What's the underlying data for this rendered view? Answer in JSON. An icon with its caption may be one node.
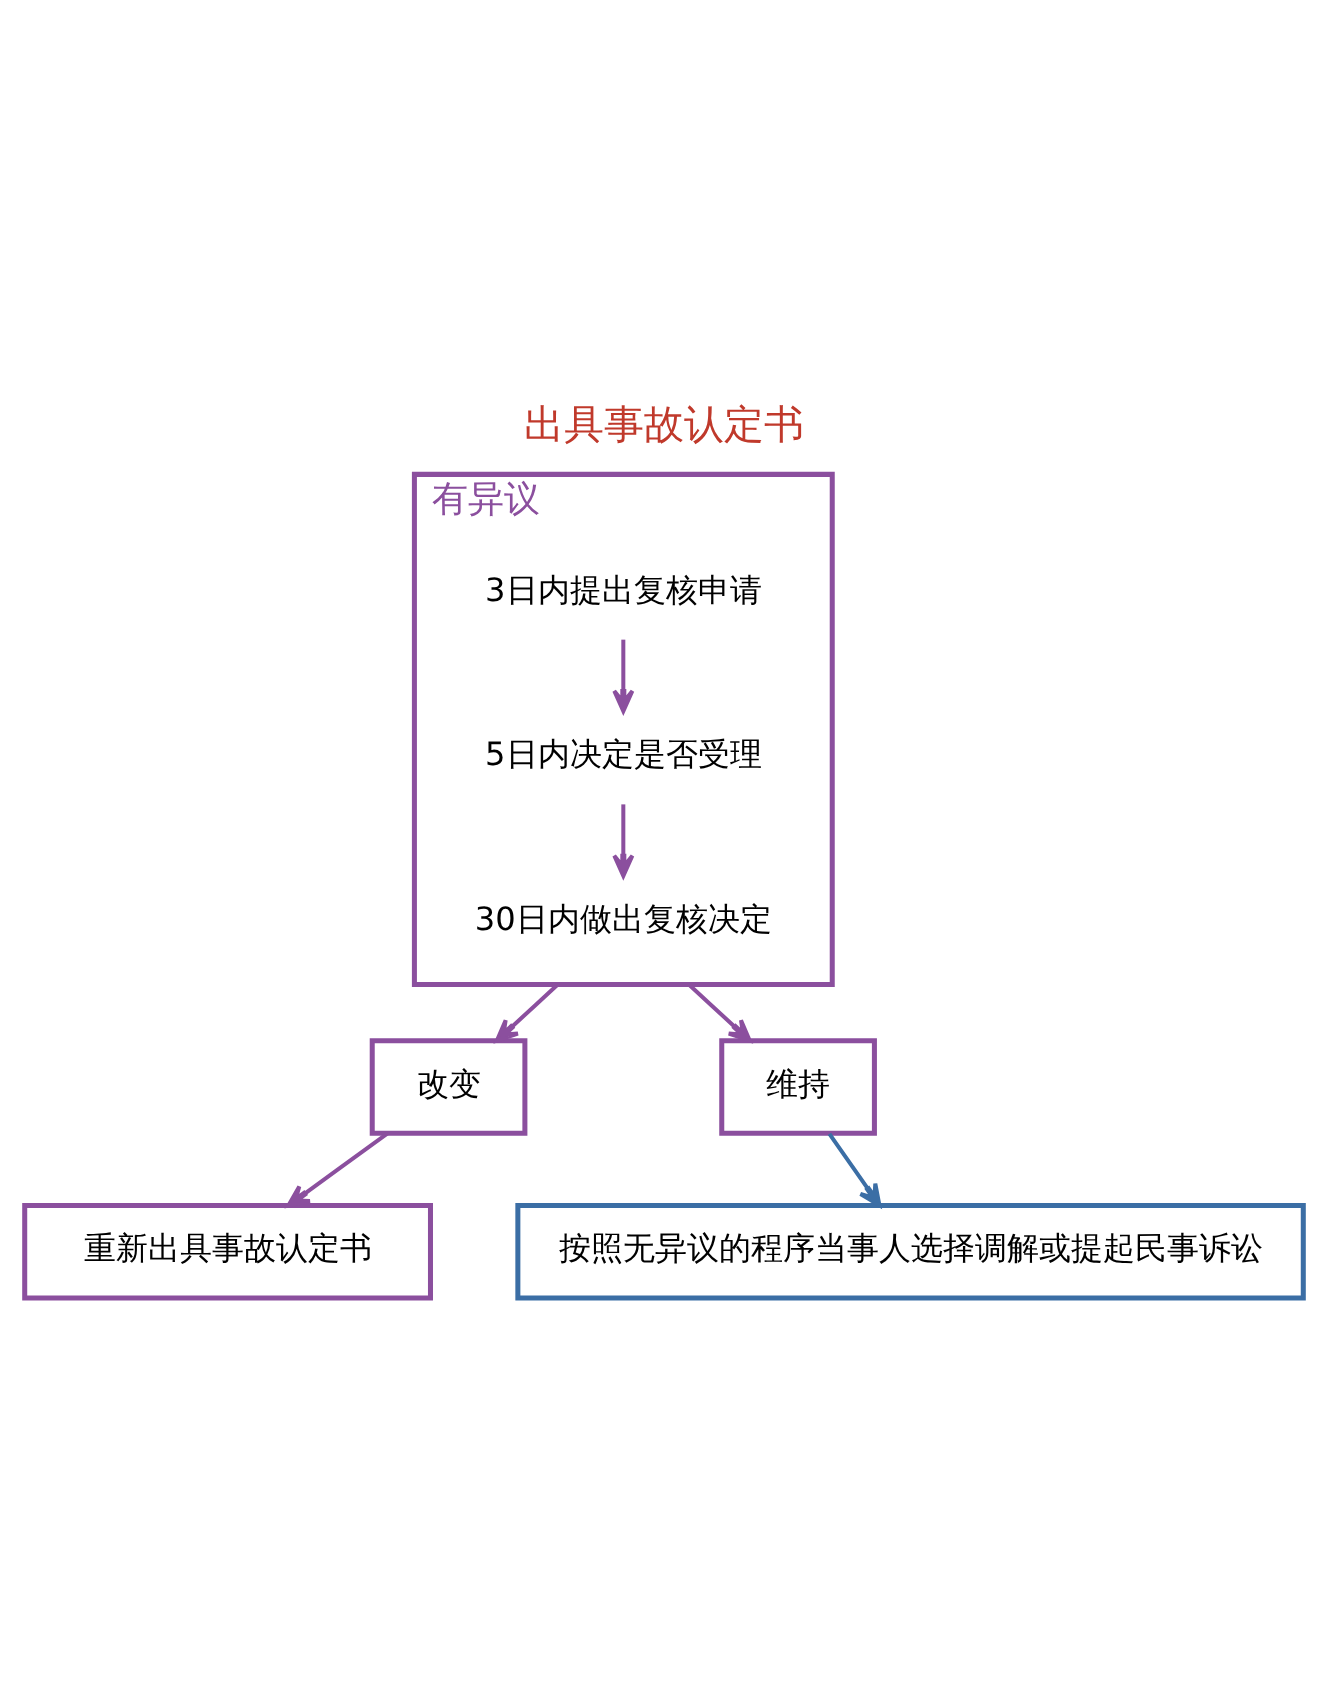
{
  "diagram": {
    "title": "出具事故认定书",
    "nodes": [
      {
        "text": [
          "有异议"
        ]
      },
      {
        "text": [
          "3日内提出复核申请"
        ],
        "in": 0
      },
      {
        "text": [
          "5日内决定是否受理"
        ],
        "in": 0
      },
      {
        "text": [
          "30日内做出复核决定"
        ],
        "in": 0
      },
      {
        "text": [
          "改变"
        ]
      },
      {
        "text": [
          "维持"
        ]
      },
      {
        "text": [
          "重新出具事故认定书"
        ]
      },
      {
        "text": [
          "按照无异议的程序当事人选择调解或提起民事诉讼"
        ]
      }
    ],
    "edges": [
      {
        "from": 1,
        "to": 2,
        "arrow": "to"
      },
      {
        "from": 2,
        "to": 3,
        "arrow": "to"
      },
      {
        "from": 0,
        "to": 4,
        "arrow": "to"
      },
      {
        "from": 0,
        "to": 5,
        "arrow": "to"
      },
      {
        "from": 4,
        "to": 6,
        "arrow": "to"
      },
      {
        "from": 5,
        "to": 7,
        "arrow": "to",
        "color": "#3b6ea5"
      }
    ]
  }
}
